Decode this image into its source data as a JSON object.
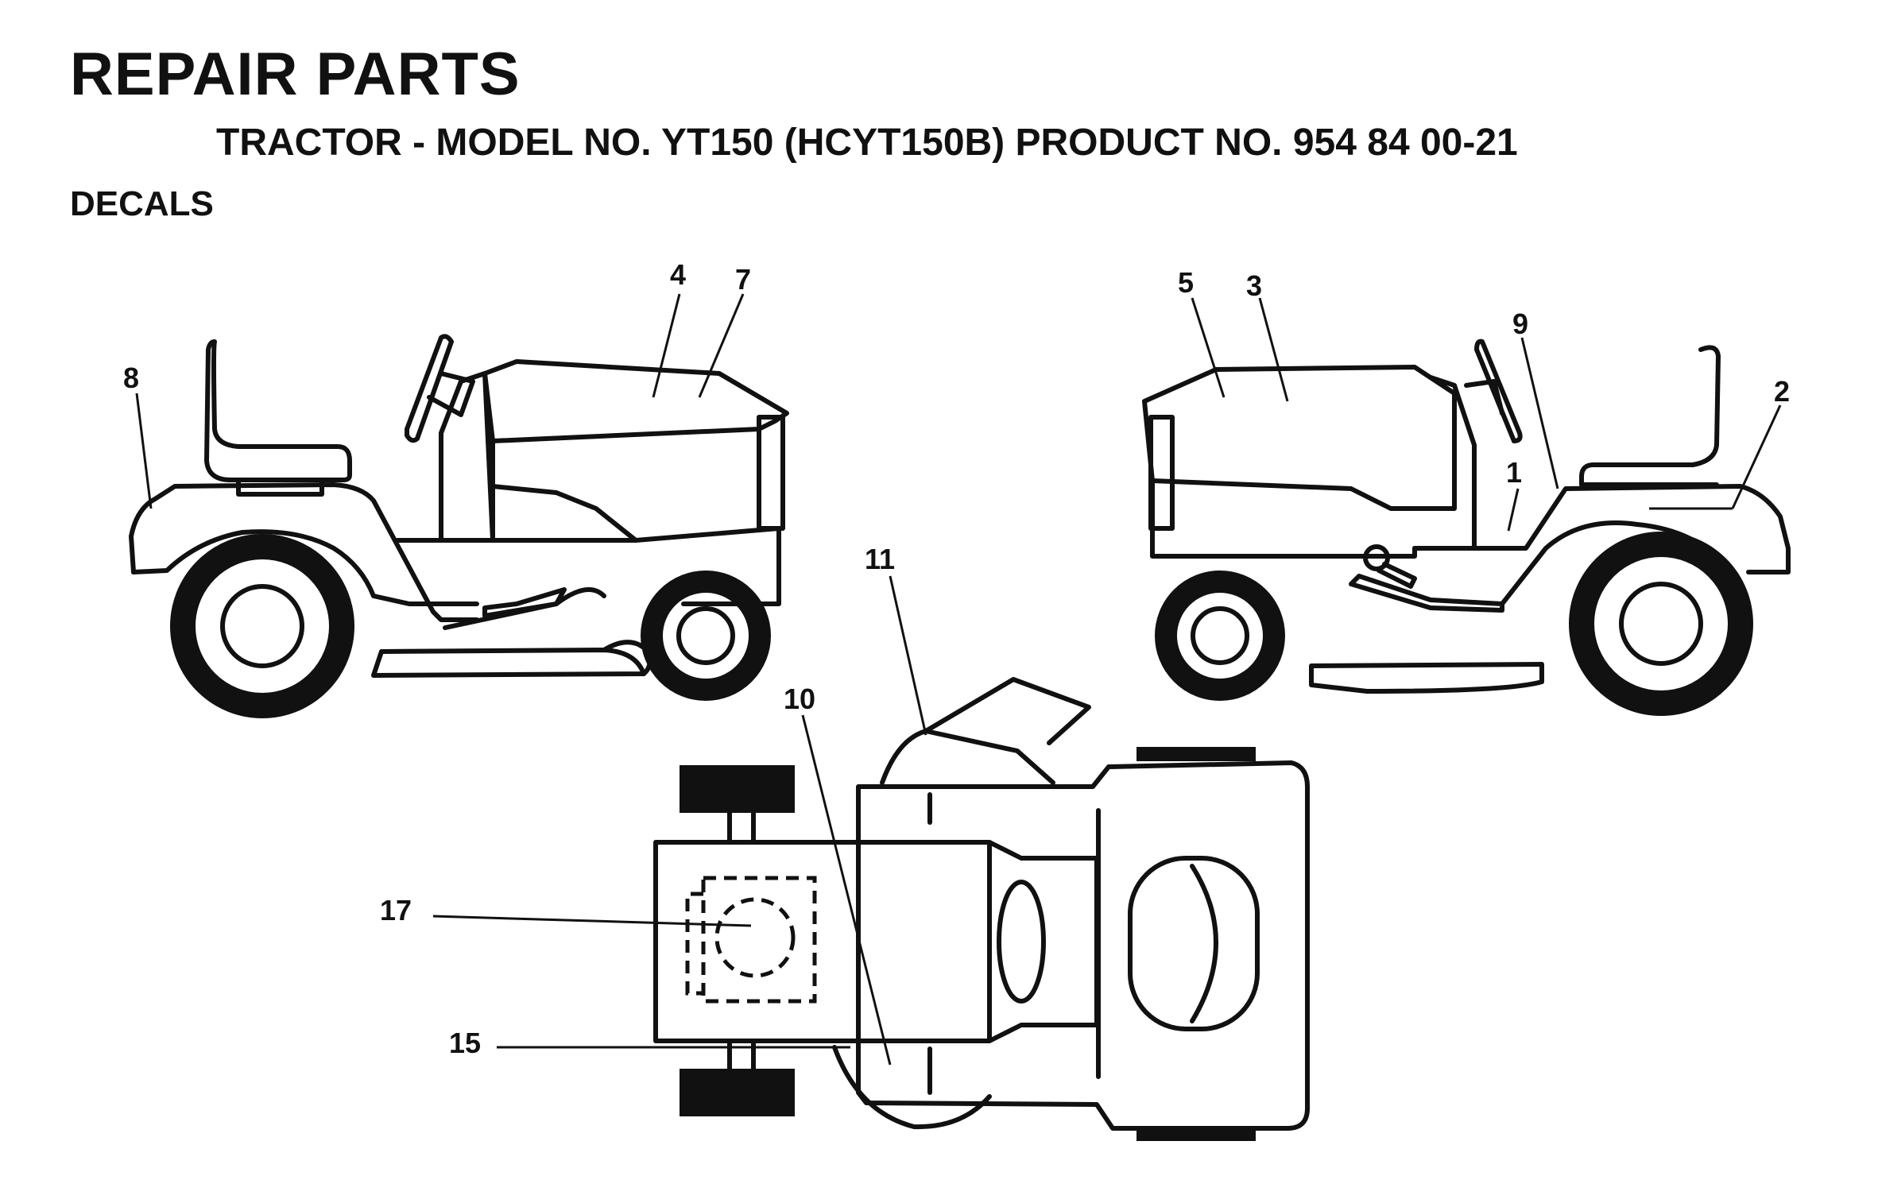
{
  "header": {
    "title": "REPAIR PARTS",
    "subtitle": "TRACTOR - MODEL NO. YT150 (HCYT150B) PRODUCT NO. 954 84 00-21",
    "section": "DECALS"
  },
  "callouts": {
    "c1": "1",
    "c2": "2",
    "c3": "3",
    "c4": "4",
    "c5": "5",
    "c7": "7",
    "c8": "8",
    "c9": "9",
    "c10": "10",
    "c11": "11",
    "c15": "15",
    "c17": "17"
  }
}
